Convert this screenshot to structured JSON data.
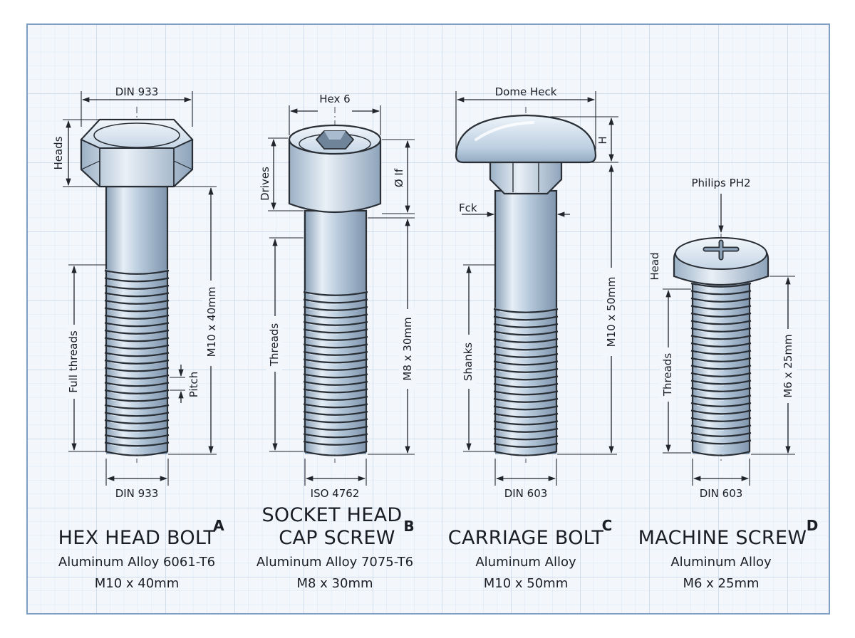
{
  "fasteners": [
    {
      "id": "hex-head-bolt",
      "title_lines": [
        "HEX HEAD BOLT"
      ],
      "letter": "A",
      "material": "Aluminum Alloy 6061-T6",
      "size": "M10 x 40mm",
      "standard_top": "DIN 933",
      "standard_bottom": "DIN 933",
      "dims": {
        "head": "Heads",
        "length": "M10 x 40mm",
        "threads": "Full threads",
        "pitch": "Pitch"
      }
    },
    {
      "id": "socket-head-cap-screw",
      "title_lines": [
        "SOCKET HEAD",
        "CAP SCREW"
      ],
      "letter": "B",
      "material": "Aluminum Alloy 7075-T6",
      "size": "M8 x 30mm",
      "standard_top": "Hex 6",
      "standard_bottom": "ISO 4762",
      "dims": {
        "drive": "Drives",
        "head_dia": "Ø If",
        "length": "M8 x 30mm",
        "threads": "Threads"
      }
    },
    {
      "id": "carriage-bolt",
      "title_lines": [
        "CARRIAGE BOLT"
      ],
      "letter": "C",
      "material": "Aluminum Alloy",
      "size": "M10 x 50mm",
      "standard_top": "Dome Heck",
      "standard_bottom": "DIN 603",
      "dims": {
        "head_height": "H",
        "neck": "Fck",
        "length": "M10 x 50mm",
        "shank": "Shanks"
      }
    },
    {
      "id": "machine-screw",
      "title_lines": [
        "MACHINE SCREW"
      ],
      "letter": "D",
      "material": "Aluminum Alloy",
      "size": "M6 x 25mm",
      "standard_top": "Philips PH2",
      "standard_bottom": "DIN 603",
      "dims": {
        "head": "Head",
        "length": "M6 x 25mm",
        "threads": "Threads"
      }
    }
  ],
  "colors": {
    "paper": "#f3f7fc",
    "grid_minor": "#d5e2ef",
    "grid_major": "#b9cde3",
    "border": "#7f9fc2",
    "steel_light": "#e3ebf3",
    "steel_mid": "#b3c7db",
    "steel_dark": "#7f95ad",
    "ink": "#22262c"
  }
}
